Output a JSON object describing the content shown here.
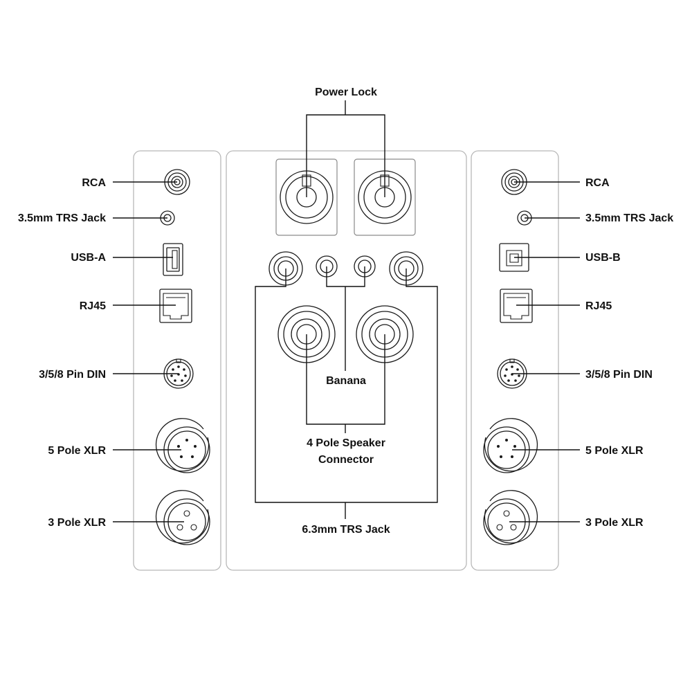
{
  "labels": {
    "power_lock": "Power Lock",
    "banana": "Banana",
    "speaker_line1": "4 Pole Speaker",
    "speaker_line2": "Connector",
    "trs_63": "6.3mm TRS Jack"
  },
  "left_panel": {
    "rca": "RCA",
    "trs_35": "3.5mm TRS Jack",
    "usb": "USB-A",
    "rj45": "RJ45",
    "din": "3/5/8 Pin DIN",
    "xlr5": "5 Pole XLR",
    "xlr3": "3 Pole XLR"
  },
  "right_panel": {
    "rca": "RCA",
    "trs_35": "3.5mm TRS Jack",
    "usb": "USB-B",
    "rj45": "RJ45",
    "din": "3/5/8 Pin DIN",
    "xlr5": "5 Pole XLR",
    "xlr3": "3 Pole XLR"
  },
  "colors": {
    "line": "#111111",
    "panel_outline": "#b8b8b8",
    "connector_outline": "#1a1a1a"
  }
}
